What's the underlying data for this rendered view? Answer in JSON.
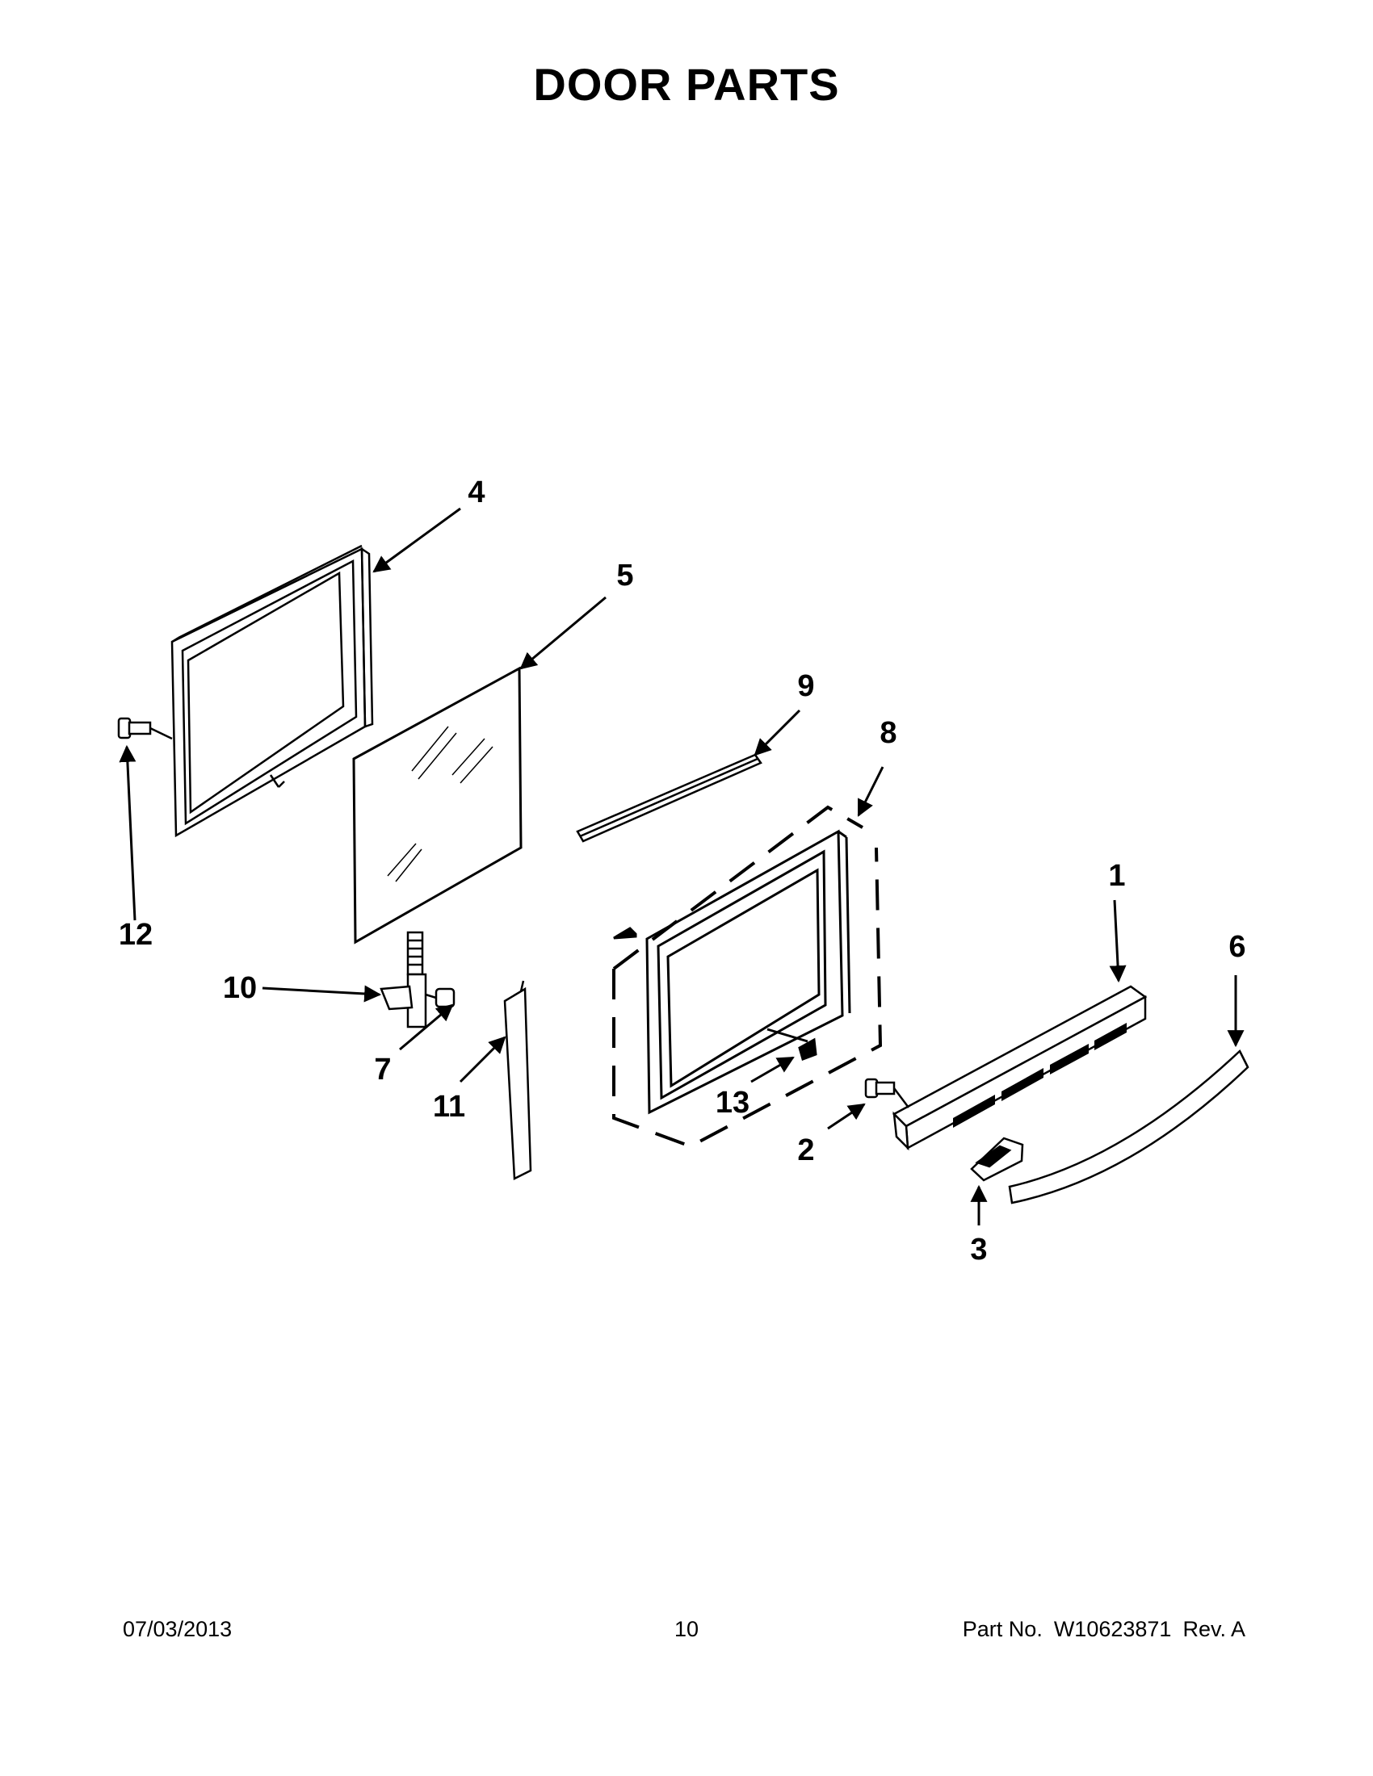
{
  "page": {
    "title": "DOOR PARTS"
  },
  "callouts": {
    "p1": "1",
    "p2": "2",
    "p3": "3",
    "p4": "4",
    "p5": "5",
    "p6": "6",
    "p7": "7",
    "p8": "8",
    "p9": "9",
    "p10": "10",
    "p11": "11",
    "p12": "12",
    "p13": "13"
  },
  "footer": {
    "date": "07/03/2013",
    "page_number": "10",
    "part_label": "Part No.",
    "part_number": "W10623871",
    "revision": "Rev. A"
  }
}
